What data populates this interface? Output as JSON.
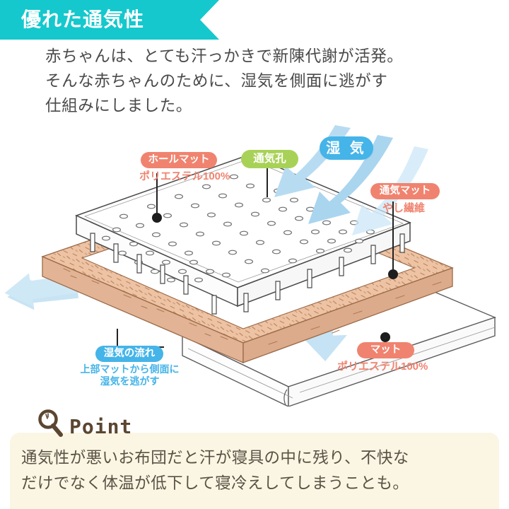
{
  "header": {
    "title": "優れた通気性",
    "color": "#14c8cd"
  },
  "intro": {
    "line1": "赤ちゃんは、とても汗っかきで新陳代謝が活発。",
    "line2": "そんな赤ちゃんのために、湿気を側面に逃がす",
    "line3": "仕組みにしました。"
  },
  "diagram": {
    "labels": {
      "hole_mat": {
        "pill": "ホールマット",
        "sub": "ポリエステル100%",
        "pill_color": "#f0836f"
      },
      "vent_hole": {
        "pill": "通気孔",
        "pill_color": "#a8d257"
      },
      "humidity": {
        "pill": "湿 気",
        "pill_color": "#45b4e8"
      },
      "air_mat": {
        "pill": "通気マット",
        "sub": "やし繊維",
        "pill_color": "#f0836f"
      },
      "moisture_flow": {
        "pill": "湿気の流れ",
        "sub1": "上部マットから側面に",
        "sub2": "湿気を逃がす",
        "pill_color": "#45b4e8"
      },
      "base_mat": {
        "pill": "マット",
        "sub": "ポリエステル100%",
        "pill_color": "#f0836f"
      }
    },
    "colors": {
      "arrow": "#aed9f0",
      "fiber": "#e8bfa0",
      "mat_white": "#ffffff",
      "outline": "#4a4a4a"
    }
  },
  "point": {
    "icon": "magnifier-icon",
    "label": "Point",
    "line1": "通気性が悪いお布団だと汗が寝具の中に残り、不快な",
    "line2": "だけでなく体温が低下して寝冷えしてしまうことも。",
    "panel_color": "#fbf6e4",
    "text_color": "#5b4631"
  }
}
